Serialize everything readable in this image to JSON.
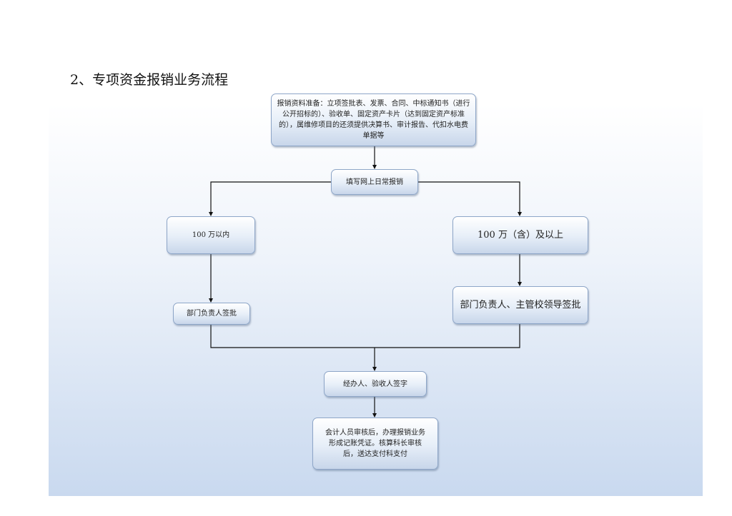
{
  "title": "2、专项资金报销业务流程",
  "nodes": {
    "materials": "报销资料准备：立项签批表、发票、合同、中标通知书（进行公开招标的）、验收单、固定资产卡片（达到固定资产标准的），属维修项目的还须提供决算书、审计报告、代扣水电费单据等",
    "online": "填写网上日常报销",
    "under": "100 万以内",
    "over": "100 万（含）及以上",
    "dept_sign": "部门负责人签批",
    "dept_leader_sign": "部门负责人、主管校领导签批",
    "handler_sign": "经办人、验收人签字",
    "accounting": "会计人员审核后，办理报销业务形成记账凭证。核算科长审核后，送达支付科支付"
  }
}
